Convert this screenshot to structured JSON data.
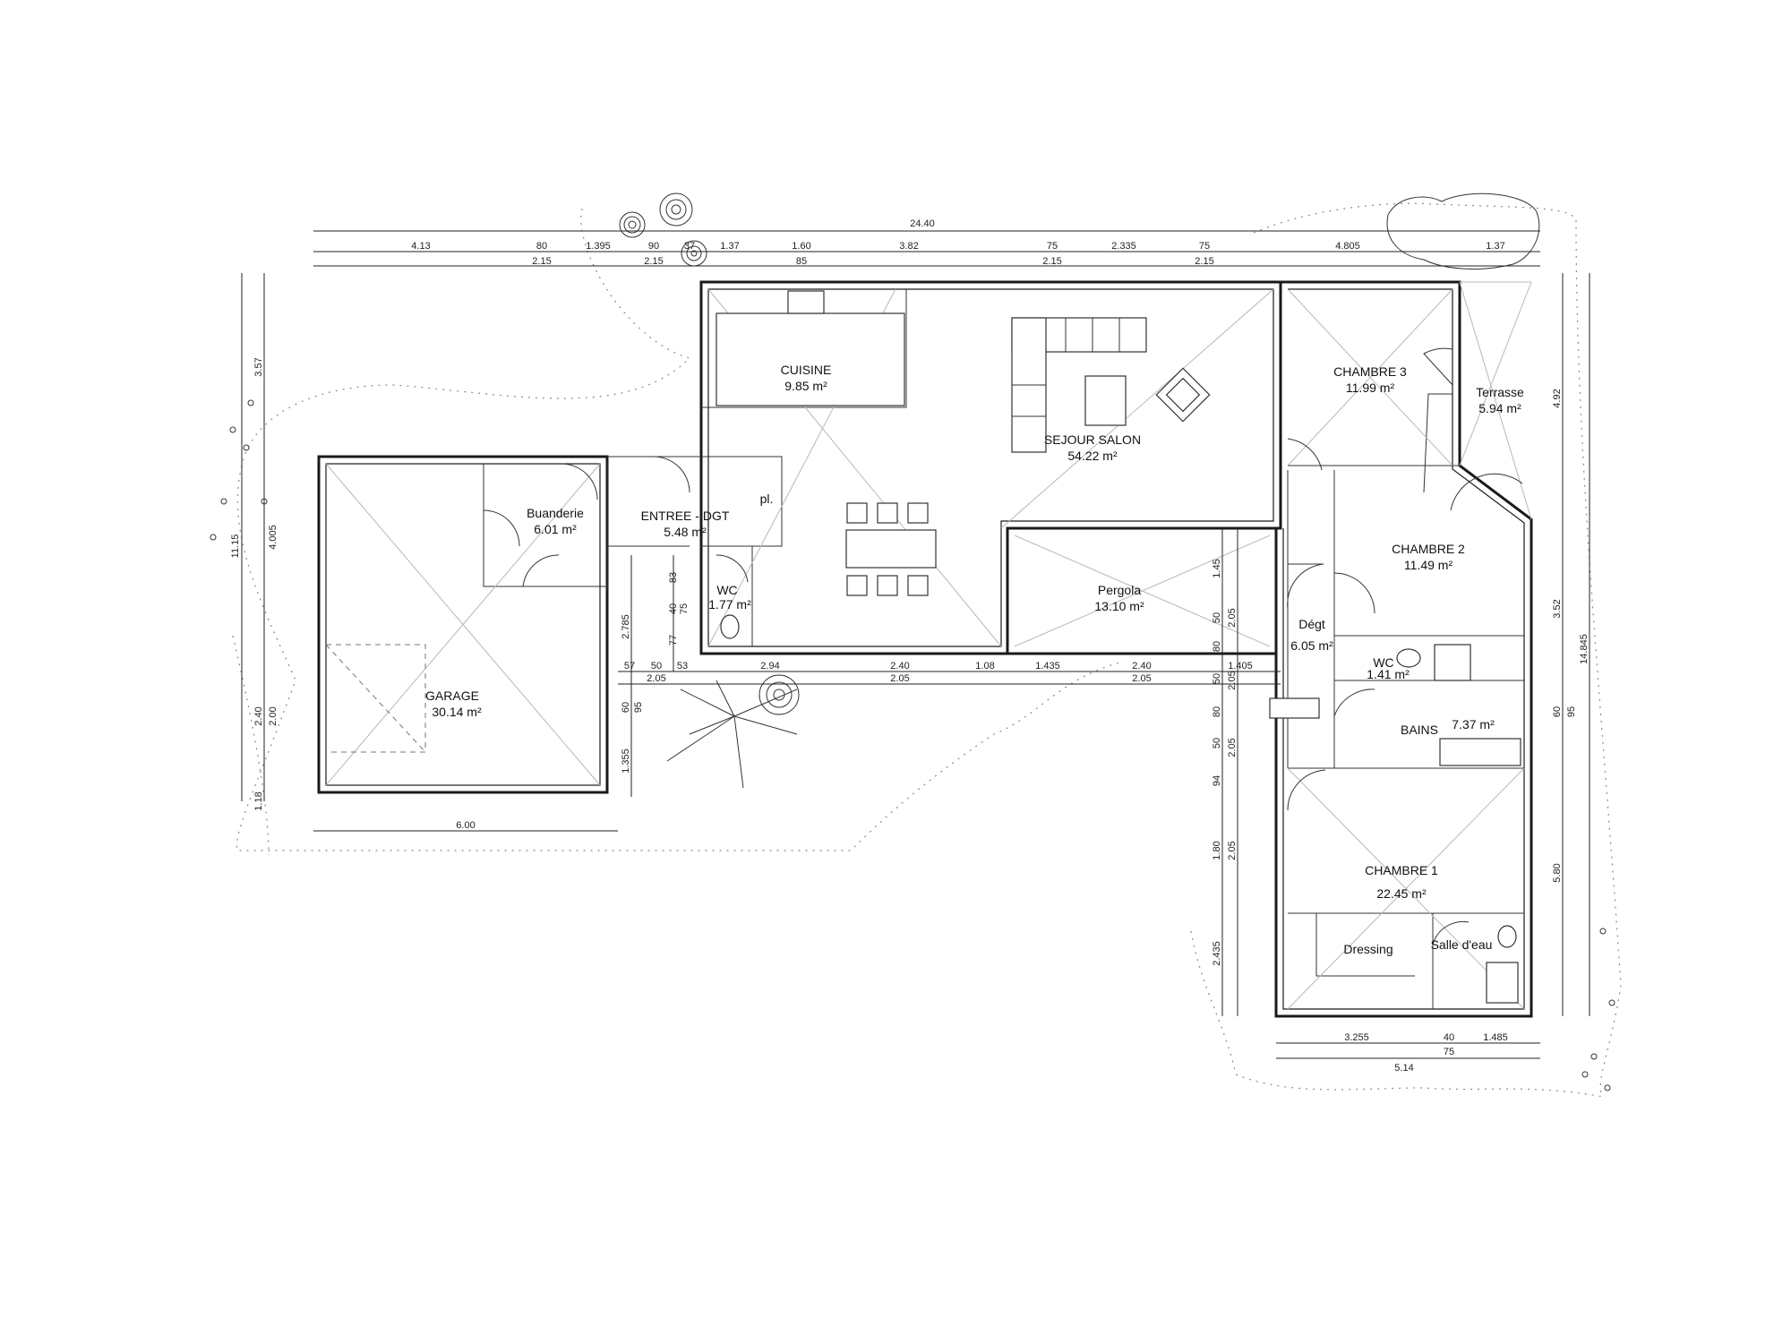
{
  "rooms": {
    "cuisine": {
      "name": "CUISINE",
      "area": "9.85 m²"
    },
    "sejour": {
      "name": "SEJOUR SALON",
      "area": "54.22 m²"
    },
    "chambre3": {
      "name": "CHAMBRE 3",
      "area": "11.99 m²"
    },
    "terrasse": {
      "name": "Terrasse",
      "area": "5.94 m²"
    },
    "buanderie": {
      "name": "Buanderie",
      "area": "6.01 m²"
    },
    "entree": {
      "name": "ENTREE - DGT",
      "area": "5.48 m²"
    },
    "placard": {
      "name": "pl."
    },
    "wc1": {
      "name": "WC",
      "area": "1.77 m²"
    },
    "pergola": {
      "name": "Pergola",
      "area": "13.10 m²"
    },
    "chambre2": {
      "name": "CHAMBRE 2",
      "area": "11.49 m²"
    },
    "degt": {
      "name": "Dégt",
      "area": "6.05 m²"
    },
    "wc2": {
      "name": "WC",
      "area": "1.41 m²"
    },
    "bains": {
      "name": "BAINS",
      "area": "7.37 m²"
    },
    "garage": {
      "name": "GARAGE",
      "area": "30.14 m²"
    },
    "chambre1": {
      "name": "CHAMBRE 1",
      "area": "22.45 m²"
    },
    "dressing": {
      "name": "Dressing"
    },
    "salle_eau": {
      "name": "Salle d'eau"
    }
  },
  "dimensions": {
    "top_total": "24.40",
    "top_row": [
      "4.13",
      "80",
      "1.395",
      "90",
      "37",
      "1.37",
      "1.60",
      "3.82",
      "75",
      "2.335",
      "75",
      "4.805",
      "1.37"
    ],
    "top_sub": [
      "2.15",
      "2.15",
      "85",
      "2.15",
      "2.15"
    ],
    "left_outer": [
      "3.57",
      "11.15",
      "2.40",
      "1.18"
    ],
    "left_inner": [
      "4.005",
      "2.00"
    ],
    "garage_width": "6.00",
    "mid_row": [
      "57",
      "50",
      "53",
      "2.94",
      "2.40",
      "1.08",
      "1.435",
      "2.40",
      "1.405"
    ],
    "mid_sub": [
      "2.05",
      "2.05",
      "2.05"
    ],
    "wc_vertical": [
      "83",
      "40",
      "75",
      "77",
      "2.785",
      "60",
      "95",
      "1.355"
    ],
    "center_vertical": [
      "1.45",
      "50",
      "2.05",
      "80",
      "50",
      "2.05",
      "80",
      "50",
      "2.05",
      "94",
      "1.80",
      "2.05",
      "2.435"
    ],
    "right_vertical": [
      "4.92",
      "3.52",
      "14.845",
      "60",
      "95",
      "5.80"
    ],
    "bottom_row": [
      "3.255",
      "40",
      "1.485"
    ],
    "bottom_sub": [
      "75",
      "5.14"
    ]
  }
}
